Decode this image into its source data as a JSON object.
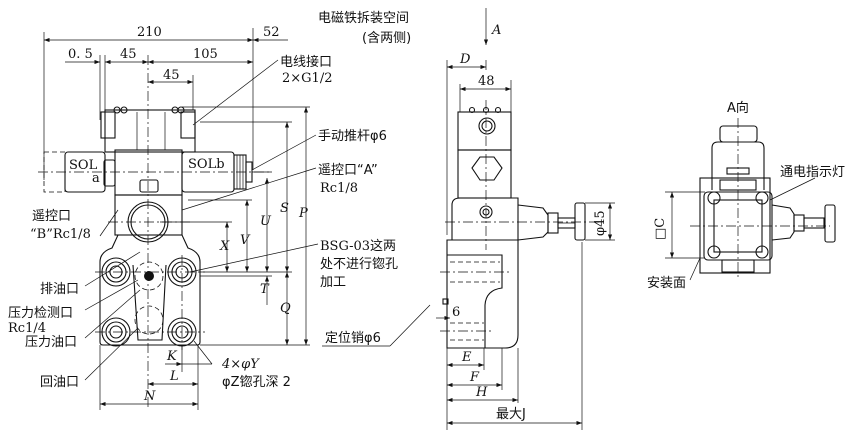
{
  "front_view": {
    "dims": {
      "d210": "210",
      "d52": "52",
      "d05": "0. 5",
      "d45a": "45",
      "d105": "105",
      "d45b": "45",
      "U": "U",
      "S": "S",
      "P": "P",
      "X": "X",
      "V": "V",
      "T": "T",
      "Q": "Q",
      "K": "K",
      "L": "L",
      "N": "N"
    },
    "sol_a": "SOL",
    "sol_a_sub": "a",
    "sol_b": "SOLb",
    "labels": {
      "removal_space_1": "电磁铁拆装空间",
      "removal_space_2": "(含两侧)",
      "wire_port_1": "电线接口",
      "wire_port_2": "2×G1/2",
      "manual_pin": "手动推杆φ6",
      "remote_a_1": "遥控口“A”",
      "remote_a_2": "Rc1/8",
      "remote_b_1": "遥控口",
      "remote_b_2": "“B”Rc1/8",
      "bsg_1": "BSG-03这两",
      "bsg_2": "处不进行锪孔",
      "bsg_3": "加工",
      "drain": "排油口",
      "gauge_1": "压力检测口",
      "gauge_2": "Rc1/4",
      "pressure": "压力油口",
      "return": "回油口",
      "holes_1": "4×φY",
      "holes_2": "φZ锪孔深 2",
      "locating_pin": "定位销φ6"
    }
  },
  "side_view": {
    "arrow": "A",
    "dims": {
      "D": "D",
      "d48": "48",
      "d45": "φ45",
      "d6": "6",
      "E": "E",
      "F": "F",
      "H": "H",
      "J": "最大J"
    }
  },
  "a_view": {
    "title": "A向",
    "square_c": "□C",
    "indicator": "通电指示灯",
    "mount_face": "安装面"
  }
}
